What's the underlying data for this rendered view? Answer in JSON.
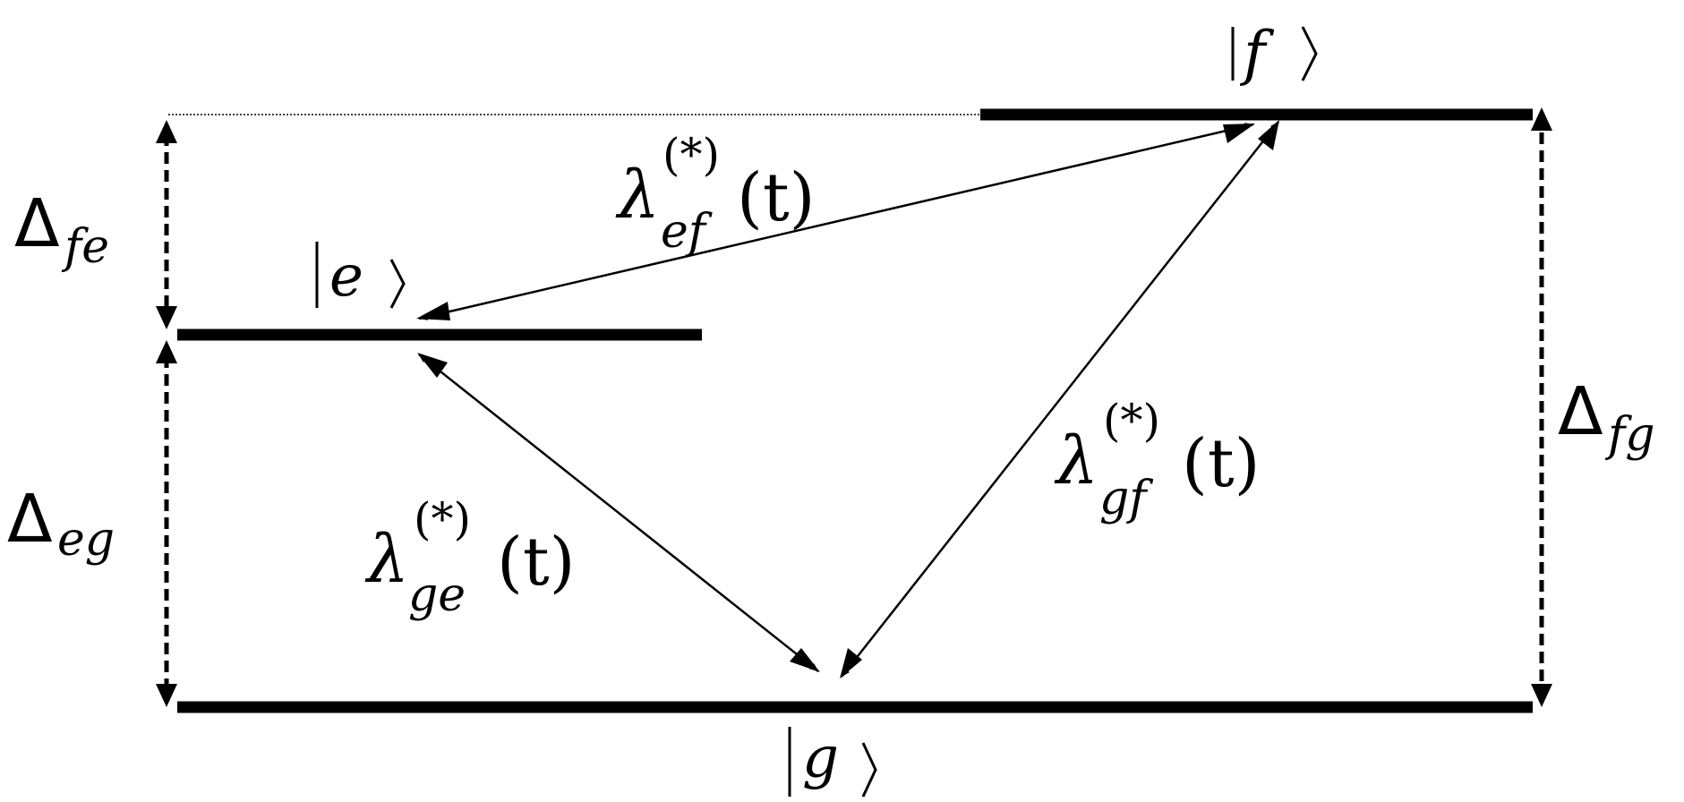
{
  "states": {
    "f": {
      "symbol": "f"
    },
    "e": {
      "symbol": "e"
    },
    "g": {
      "symbol": "g"
    }
  },
  "couplings": {
    "ef": {
      "symbol": "λ",
      "sup": "(*)",
      "sub": "ef",
      "arg": "(t)"
    },
    "ge": {
      "symbol": "λ",
      "sup": "(*)",
      "sub": "ge",
      "arg": "(t)"
    },
    "gf": {
      "symbol": "λ",
      "sup": "(*)",
      "sub": "gf",
      "arg": "(t)"
    }
  },
  "detunings": {
    "fe": {
      "symbol": "Δ",
      "sub": "fe"
    },
    "eg": {
      "symbol": "Δ",
      "sub": "eg"
    },
    "fg": {
      "symbol": "Δ",
      "sub": "fg"
    }
  },
  "colors": {
    "line": "#000000",
    "background": "#ffffff"
  }
}
